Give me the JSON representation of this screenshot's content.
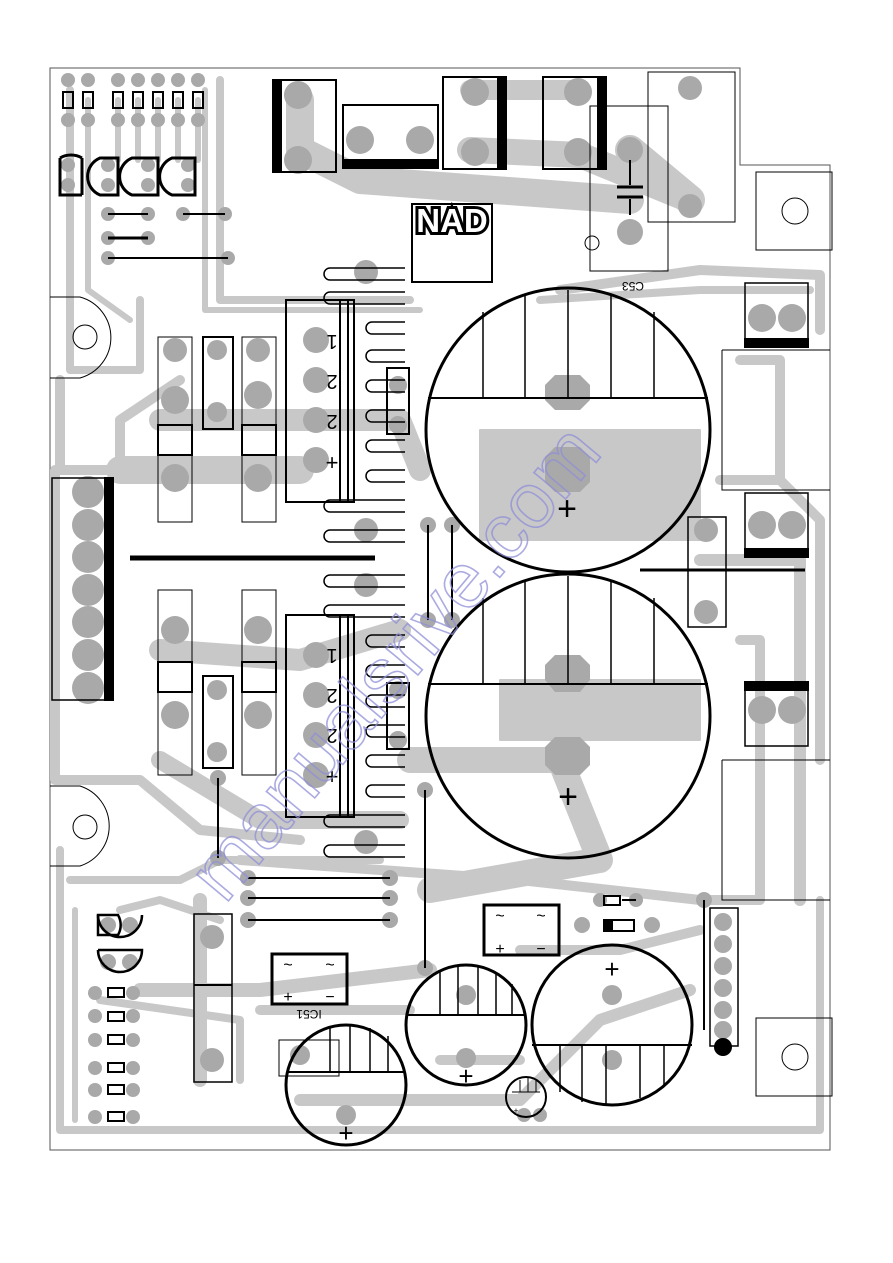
{
  "board": {
    "brand_logo": "NAD",
    "watermark": "manualsrive.com",
    "colors": {
      "trace": "#c8c8c8",
      "pad": "#a9a9a9",
      "ink": "#000000",
      "background": "#ffffff",
      "watermark": "#8f8fd8"
    }
  },
  "silkscreen": {
    "c53_label": "C53",
    "ic51_label": "IC51",
    "reg_upper_pins": [
      "1",
      "2",
      "2",
      "+"
    ],
    "reg_lower_pins": [
      "1",
      "2",
      "2",
      "+"
    ],
    "cap_polarity": "+",
    "rect_ac": "~",
    "rect_plus": "+",
    "rect_minus": "−"
  }
}
